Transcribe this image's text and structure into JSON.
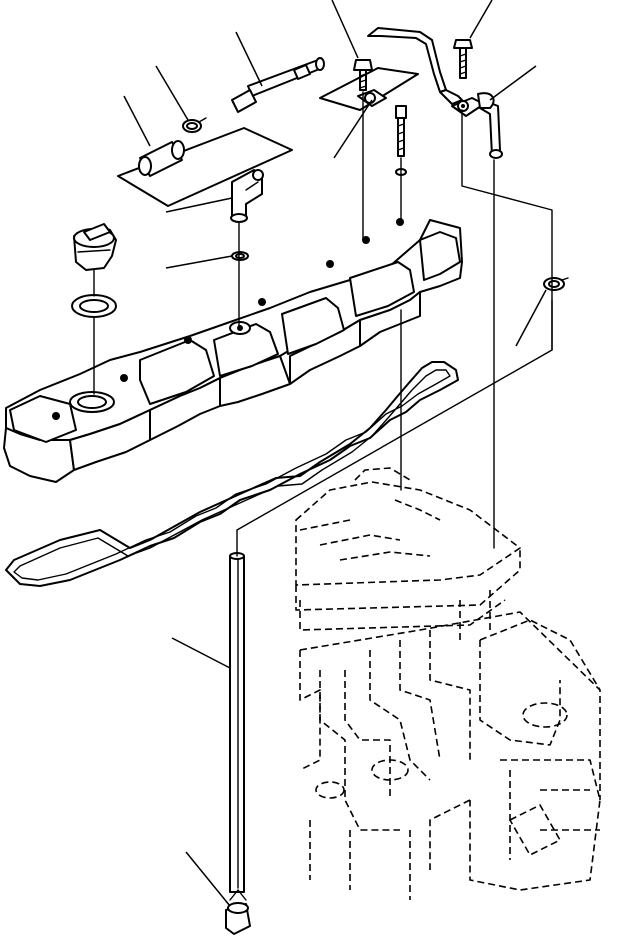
{
  "diagram": {
    "type": "exploded-parts-view",
    "colors": {
      "ink": "#000000",
      "paper": "#ffffff"
    },
    "parts": [
      {
        "name": "breather-tube-hose"
      },
      {
        "name": "hose-clamp"
      },
      {
        "name": "breather-tube-fitting"
      },
      {
        "name": "mounting-bolt"
      },
      {
        "name": "tube-bracket"
      },
      {
        "name": "bracket-bolt"
      },
      {
        "name": "p-clamp"
      },
      {
        "name": "elbow-fitting"
      },
      {
        "name": "o-ring-seal"
      },
      {
        "name": "oil-filler-cap"
      },
      {
        "name": "filler-cap-gasket"
      },
      {
        "name": "valve-cover"
      },
      {
        "name": "valve-cover-gasket"
      },
      {
        "name": "drain-tube"
      },
      {
        "name": "hose-clip"
      },
      {
        "name": "tube-end-fitting"
      },
      {
        "name": "cylinder-head-dashed"
      }
    ]
  }
}
